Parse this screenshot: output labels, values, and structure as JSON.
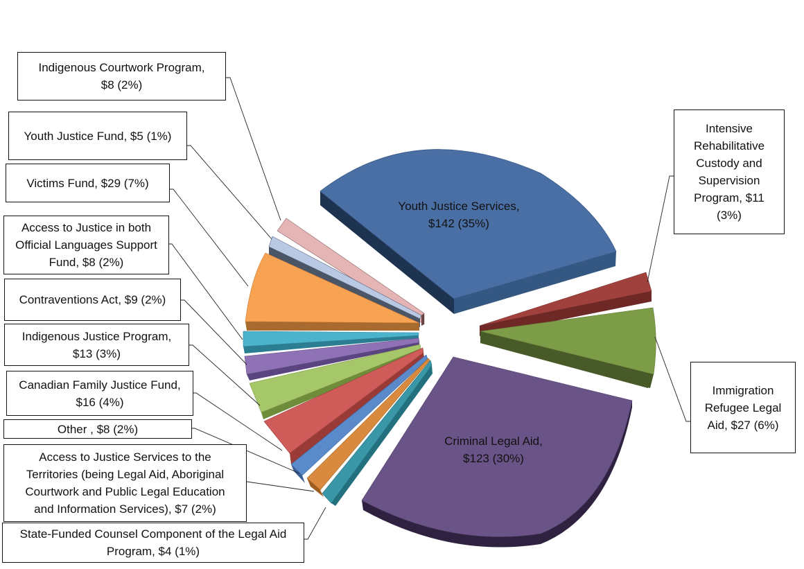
{
  "chart_data": {
    "type": "pie",
    "style": "3d-exploded",
    "title": "",
    "units": "$ millions",
    "slices": [
      {
        "label": "Youth Justice Services",
        "value": 142,
        "percent": 35,
        "color": "#4A6FA5",
        "text": "Youth Justice Services, $142 (35%)"
      },
      {
        "label": "Intensive Rehabilitative Custody and Supervision Program",
        "value": 11,
        "percent": 3,
        "color": "#A0413D",
        "text": "Intensive Rehabilitative Custody and Supervision Program, $11 (3%)"
      },
      {
        "label": "Immigration Refugee Legal Aid",
        "value": 27,
        "percent": 6,
        "color": "#7D9C47",
        "text": "Immigration Refugee Legal Aid, $27 (6%)"
      },
      {
        "label": "Criminal Legal Aid",
        "value": 123,
        "percent": 30,
        "color": "#6A5387",
        "text": "Criminal Legal Aid, $123 (30%)"
      },
      {
        "label": "State-Funded Counsel Component of the Legal Aid Program",
        "value": 4,
        "percent": 1,
        "color": "#3A97A8",
        "text": "State-Funded Counsel Component of the Legal Aid Program, $4 (1%)"
      },
      {
        "label": "Access to Justice Services to the Territories (being Legal Aid, Aboriginal Courtwork and Public Legal Education and Information Services)",
        "value": 7,
        "percent": 2,
        "color": "#D98A3E",
        "text": "Access to Justice Services to the Territories (being Legal Aid, Aboriginal Courtwork and Public Legal Education and Information Services), $7 (2%)"
      },
      {
        "label": "Other",
        "value": 8,
        "percent": 2,
        "color": "#5B8ACB",
        "text": "Other , $8 (2%)"
      },
      {
        "label": "Canadian Family Justice Fund",
        "value": 16,
        "percent": 4,
        "color": "#CF5C59",
        "text": "Canadian Family Justice Fund, $16 (4%)"
      },
      {
        "label": "Indigenous Justice Program",
        "value": 13,
        "percent": 3,
        "color": "#A6C66A",
        "text": "Indigenous Justice Program, $13 (3%)"
      },
      {
        "label": "Contraventions Act",
        "value": 9,
        "percent": 2,
        "color": "#8E72B5",
        "text": "Contraventions Act, $9 (2%)"
      },
      {
        "label": "Access to Justice in both Official Languages Support Fund",
        "value": 8,
        "percent": 2,
        "color": "#4BB3CB",
        "text": "Access to Justice in both Official Languages Support Fund, $8 (2%)"
      },
      {
        "label": "Victims Fund",
        "value": 29,
        "percent": 7,
        "color": "#F8A253",
        "text": "Victims Fund, $29 (7%)"
      },
      {
        "label": "Youth Justice Fund",
        "value": 5,
        "percent": 1,
        "color": "#B9C9E4",
        "text": "Youth Justice Fund, $5 (1%)"
      },
      {
        "label": "Indigenous Courtwork Program",
        "value": 8,
        "percent": 2,
        "color": "#E4B5B4",
        "text": "Indigenous Courtwork Program, $8 (2%)"
      }
    ],
    "legend": "none (callout labels)"
  },
  "labels": {
    "yjs": {
      "l1": "Youth Justice Services,",
      "l2": "$142  (35%)"
    },
    "cla": {
      "l1": "Criminal Legal Aid,",
      "l2": "$123  (30%)"
    },
    "ircs": {
      "l1": "Intensive",
      "l2": "Rehabilitative",
      "l3": "Custody and",
      "l4": "Supervision",
      "l5": "Program,  $11",
      "l6": "(3%)"
    },
    "irla": {
      "l1": "Immigration",
      "l2": "Refugee Legal",
      "l3": "Aid,  $27  (6%)"
    },
    "icp": {
      "l1": "Indigenous Courtwork Program,",
      "l2": "$8  (2%)"
    },
    "yjf": {
      "l1": "Youth Justice Fund,  $5  (1%)"
    },
    "vf": {
      "l1": "Victims Fund,  $29  (7%)"
    },
    "ajol": {
      "l1": "Access to Justice in both",
      "l2": "Official Languages Support",
      "l3": "Fund,  $8  (2%)"
    },
    "ca": {
      "l1": "Contraventions Act,  $9  (2%)"
    },
    "ijp": {
      "l1": "Indigenous Justice Program,",
      "l2": "$13  (3%)"
    },
    "cfjf": {
      "l1": "Canadian Family Justice Fund,",
      "l2": "$16  (4%)"
    },
    "other": {
      "l1": "Other ,  $8  (2%)"
    },
    "ajst": {
      "l1": "Access to Justice Services to the",
      "l2": "Territories (being Legal Aid, Aboriginal",
      "l3": "Courtwork and Public Legal Education",
      "l4": "and Information Services),  $7  (2%)"
    },
    "sfcc": {
      "l1": "State-Funded Counsel Component of the Legal Aid",
      "l2": "Program,  $4  (1%)"
    }
  }
}
